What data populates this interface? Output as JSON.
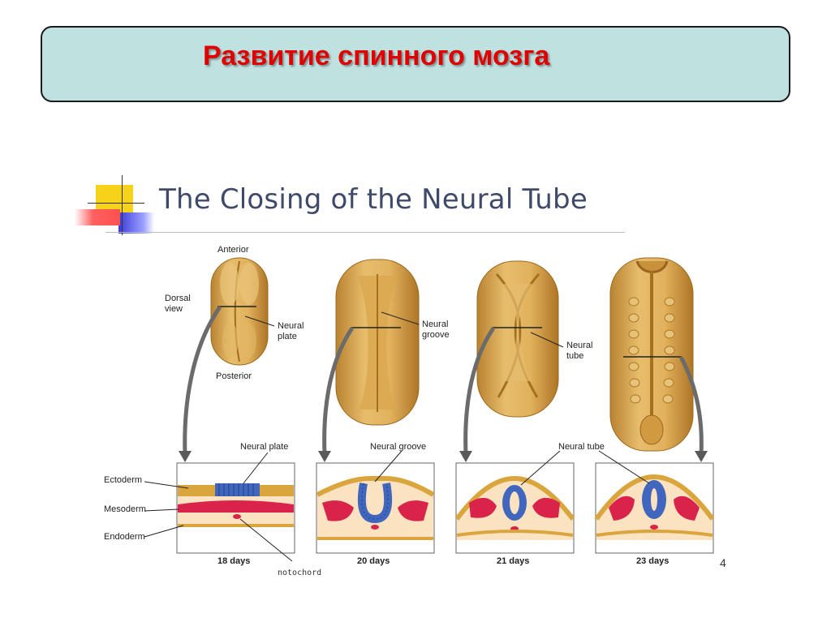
{
  "slide": {
    "title": "Развитие спинного мозга",
    "page_number": "4"
  },
  "figure": {
    "heading": "The Closing of the Neural Tube",
    "labels": {
      "anterior": "Anterior",
      "dorsal_view_line1": "Dorsal",
      "dorsal_view_line2": "view",
      "posterior": "Posterior",
      "neural_plate_line1": "Neural",
      "neural_plate_line2": "plate",
      "neural_groove_line1": "Neural",
      "neural_groove_line2": "groove",
      "neural_tube_line1": "Neural",
      "neural_tube_line2": "tube",
      "sec_neural_plate": "Neural plate",
      "sec_neural_groove": "Neural groove",
      "sec_neural_tube": "Neural tube",
      "ectoderm": "Ectoderm",
      "mesoderm": "Mesoderm",
      "endoderm": "Endoderm",
      "notochord": "notochord"
    },
    "days": [
      "18 days",
      "20 days",
      "21 days",
      "23 days"
    ],
    "colors": {
      "embryo": "#d6a24a",
      "embryo_dark": "#b07a25",
      "ectoderm": "#d9a53c",
      "mesoderm": "#d9234a",
      "neural": "#3b62b8",
      "tissue": "#fbe3c2",
      "arrow": "#666666"
    }
  }
}
